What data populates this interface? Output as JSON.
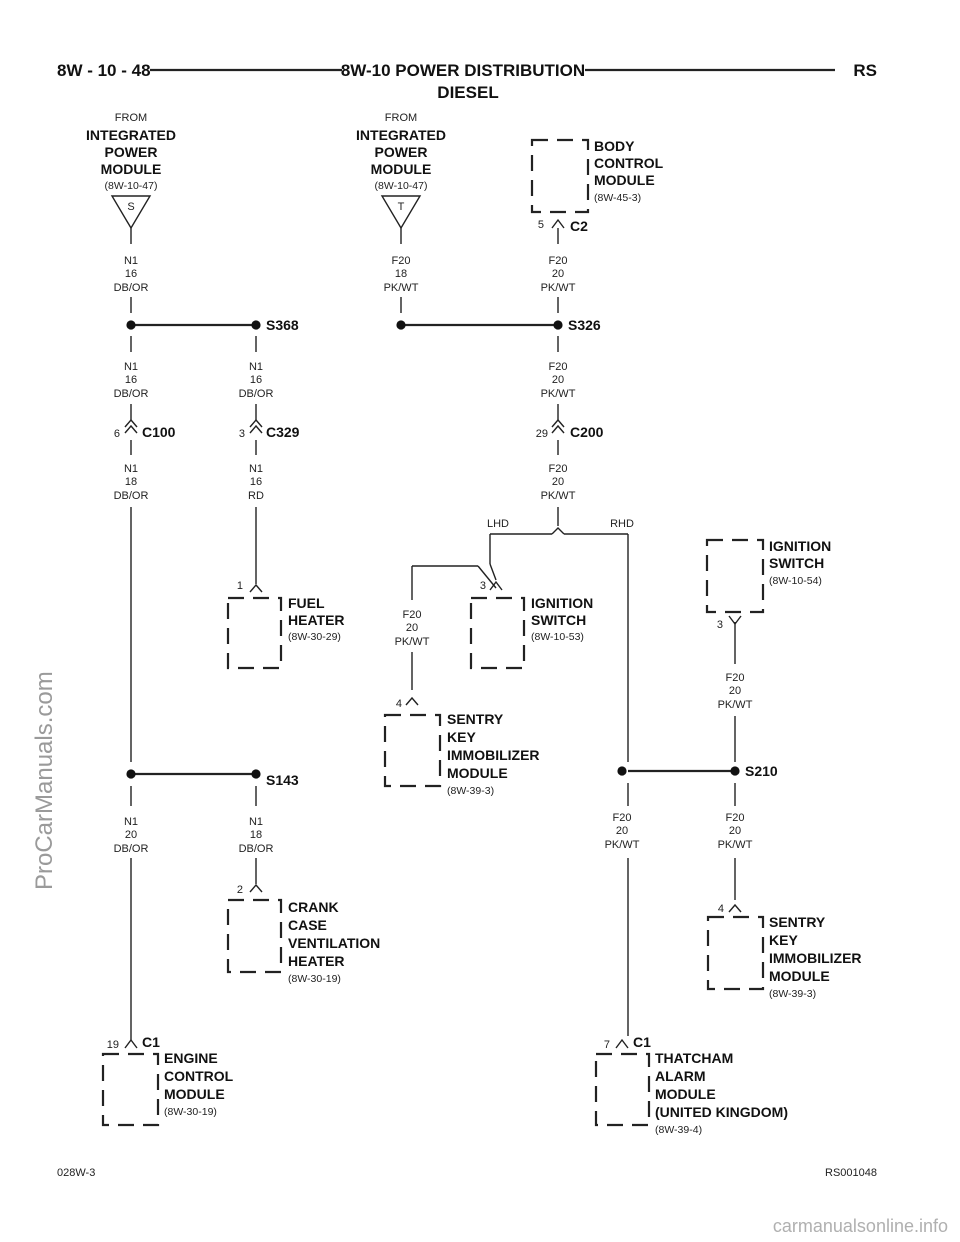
{
  "header": {
    "left": "8W - 10 - 48",
    "title_line1": "8W-10 POWER DISTRIBUTION",
    "title_line2": "DIESEL",
    "right": "RS"
  },
  "footer": {
    "left": "028W-3",
    "right": "RS001048"
  },
  "watermarks": {
    "side": "ProCarManuals.com",
    "bottom": "carmanualsonline.info"
  },
  "sources": [
    {
      "from": "FROM",
      "name": [
        "INTEGRATED",
        "POWER",
        "MODULE"
      ],
      "ref": "(8W-10-47)",
      "pin": "S"
    },
    {
      "from": "FROM",
      "name": [
        "INTEGRATED",
        "POWER",
        "MODULE"
      ],
      "ref": "(8W-10-47)",
      "pin": "T"
    }
  ],
  "modules": {
    "bcm": {
      "name": [
        "BODY",
        "CONTROL",
        "MODULE"
      ],
      "ref": "(8W-45-3)",
      "pin": "5",
      "connector": "C2"
    },
    "fuel_heater": {
      "name": [
        "FUEL",
        "HEATER"
      ],
      "ref": "(8W-30-29)",
      "pin": "1"
    },
    "ign_lhd": {
      "name": [
        "IGNITION",
        "SWITCH"
      ],
      "ref": "(8W-10-53)",
      "pin": "3"
    },
    "ign_rhd": {
      "name": [
        "IGNITION",
        "SWITCH"
      ],
      "ref": "(8W-10-54)",
      "pin": "3"
    },
    "skim_lhd": {
      "name": [
        "SENTRY",
        "KEY",
        "IMMOBILIZER",
        "MODULE"
      ],
      "ref": "(8W-39-3)",
      "pin": "4"
    },
    "skim_rhd": {
      "name": [
        "SENTRY",
        "KEY",
        "IMMOBILIZER",
        "MODULE"
      ],
      "ref": "(8W-39-3)",
      "pin": "4"
    },
    "ccv": {
      "name": [
        "CRANK",
        "CASE",
        "VENTILATION",
        "HEATER"
      ],
      "ref": "(8W-30-19)",
      "pin": "2"
    },
    "ecm": {
      "name": [
        "ENGINE",
        "CONTROL",
        "MODULE"
      ],
      "ref": "(8W-30-19)",
      "pin": "19",
      "connector": "C1"
    },
    "thatcham": {
      "name": [
        "THATCHAM",
        "ALARM",
        "MODULE",
        "(UNITED KINGDOM)"
      ],
      "ref": "(8W-39-4)",
      "pin": "7",
      "connector": "C1"
    }
  },
  "splices": {
    "s368": "S368",
    "s326": "S326",
    "s143": "S143",
    "s210": "S210"
  },
  "connectors": {
    "c100": {
      "name": "C100",
      "pin": "6"
    },
    "c329": {
      "name": "C329",
      "pin": "3"
    },
    "c200": {
      "name": "C200",
      "pin": "29"
    }
  },
  "branch": {
    "lhd": "LHD",
    "rhd": "RHD"
  },
  "wires": {
    "w1": [
      "N1",
      "16",
      "DB/OR"
    ],
    "w2": [
      "F20",
      "18",
      "PK/WT"
    ],
    "w3": [
      "F20",
      "20",
      "PK/WT"
    ],
    "w4": [
      "N1",
      "16",
      "DB/OR"
    ],
    "w5": [
      "N1",
      "16",
      "DB/OR"
    ],
    "w6": [
      "F20",
      "20",
      "PK/WT"
    ],
    "w7": [
      "N1",
      "18",
      "DB/OR"
    ],
    "w8": [
      "N1",
      "16",
      "RD"
    ],
    "w9": [
      "F20",
      "20",
      "PK/WT"
    ],
    "w10": [
      "F20",
      "20",
      "PK/WT"
    ],
    "w11": [
      "F20",
      "20",
      "PK/WT"
    ],
    "w12": [
      "N1",
      "20",
      "DB/OR"
    ],
    "w13": [
      "N1",
      "18",
      "DB/OR"
    ],
    "w14": [
      "F20",
      "20",
      "PK/WT"
    ],
    "w15": [
      "F20",
      "20",
      "PK/WT"
    ]
  }
}
